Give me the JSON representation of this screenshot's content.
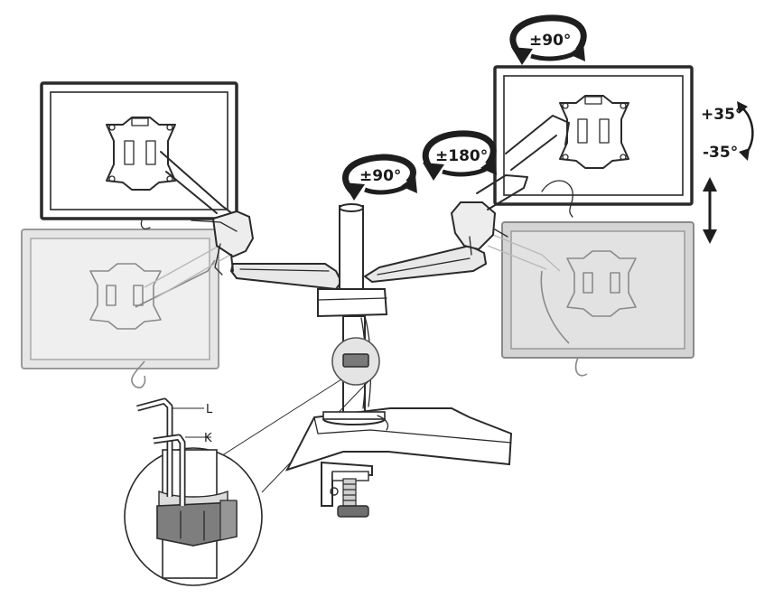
{
  "labels": {
    "swivel_center": "±90°",
    "swivel_arm": "±180°",
    "rotate_right": "±90°",
    "tilt_up": "+35°",
    "tilt_down": "-35°",
    "part_l": "L",
    "part_k": "K"
  },
  "colors": {
    "stroke": "#2a2a2a",
    "arrow_fill": "#1e1e1e",
    "screen": "#ffffff",
    "ghost_screen": "#ececec",
    "metal": "#e2e2e2",
    "clip": "#7a7a7a"
  }
}
